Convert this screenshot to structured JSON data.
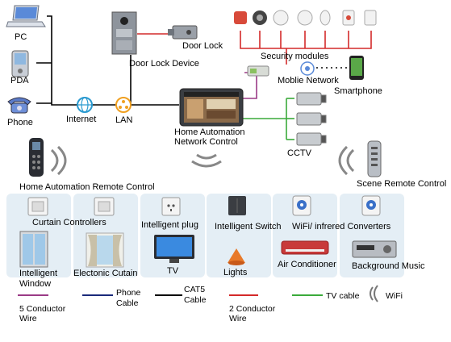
{
  "labels": {
    "pc": "PC",
    "pda": "PDA",
    "phone": "Phone",
    "internet": "Internet",
    "lan": "LAN",
    "door_lock_device": "Door Lock Device",
    "door_lock": "Door Lock",
    "security_modules": "Security modules",
    "mobile_network": "Moblie Network",
    "smartphone": "Smartphone",
    "home_automation_network_control_1": "Home Automation",
    "home_automation_network_control_2": "Network Control",
    "cctv": "CCTV",
    "home_automation_remote_control": "Home Automation Remote Control",
    "scene_remote_control": "Scene Remote Control",
    "curtain_controllers": "Curtain Controllers",
    "intelligent_plug": "Intelligent plug",
    "intelligent_switch": "Intelligent Switch",
    "wifi_converters": "WiFi/ infrered Converters",
    "intelligent_window_1": "Intelligent",
    "intelligent_window_2": "Window",
    "electronic_curtain": "Electonic Cutain",
    "tv": "TV",
    "lights": "Lights",
    "air_conditioner": "Air Conditioner",
    "background_music": "Background Music"
  },
  "legend": {
    "five_conductor_1": "5 Conductor",
    "five_conductor_2": "Wire",
    "phone_cable_1": "Phone",
    "phone_cable_2": "Cable",
    "cat5_cable_1": "CAT5",
    "cat5_cable_2": "Cable",
    "two_conductor_1": "2 Conductor",
    "two_conductor_2": "Wire",
    "tv_cable": "TV cable",
    "wifi": "WiFi"
  },
  "colors": {
    "five_conductor": "#9a3a86",
    "phone_cable": "#1a2a7a",
    "cat5_cable": "#000000",
    "two_conductor": "#d42a2a",
    "tv_cable": "#3aaa3a",
    "wifi": "#777777",
    "panel": "#e4eef5",
    "globe": "#2a9ad0",
    "lan_hub": "#f0a020"
  },
  "icons": [
    "laptop-icon",
    "pda-icon",
    "telephone-icon",
    "globe-icon",
    "network-hub-icon",
    "door-intercom-icon",
    "door-lock-icon",
    "security-sensor-icon",
    "smartphone-icon",
    "control-panel-icon",
    "cctv-camera-icon",
    "remote-control-icon",
    "wifi-icon",
    "curtain-switch-icon",
    "plug-icon",
    "switch-icon",
    "converter-icon",
    "window-icon",
    "curtain-icon",
    "tv-icon",
    "light-bulb-icon",
    "air-conditioner-icon",
    "stereo-icon"
  ]
}
